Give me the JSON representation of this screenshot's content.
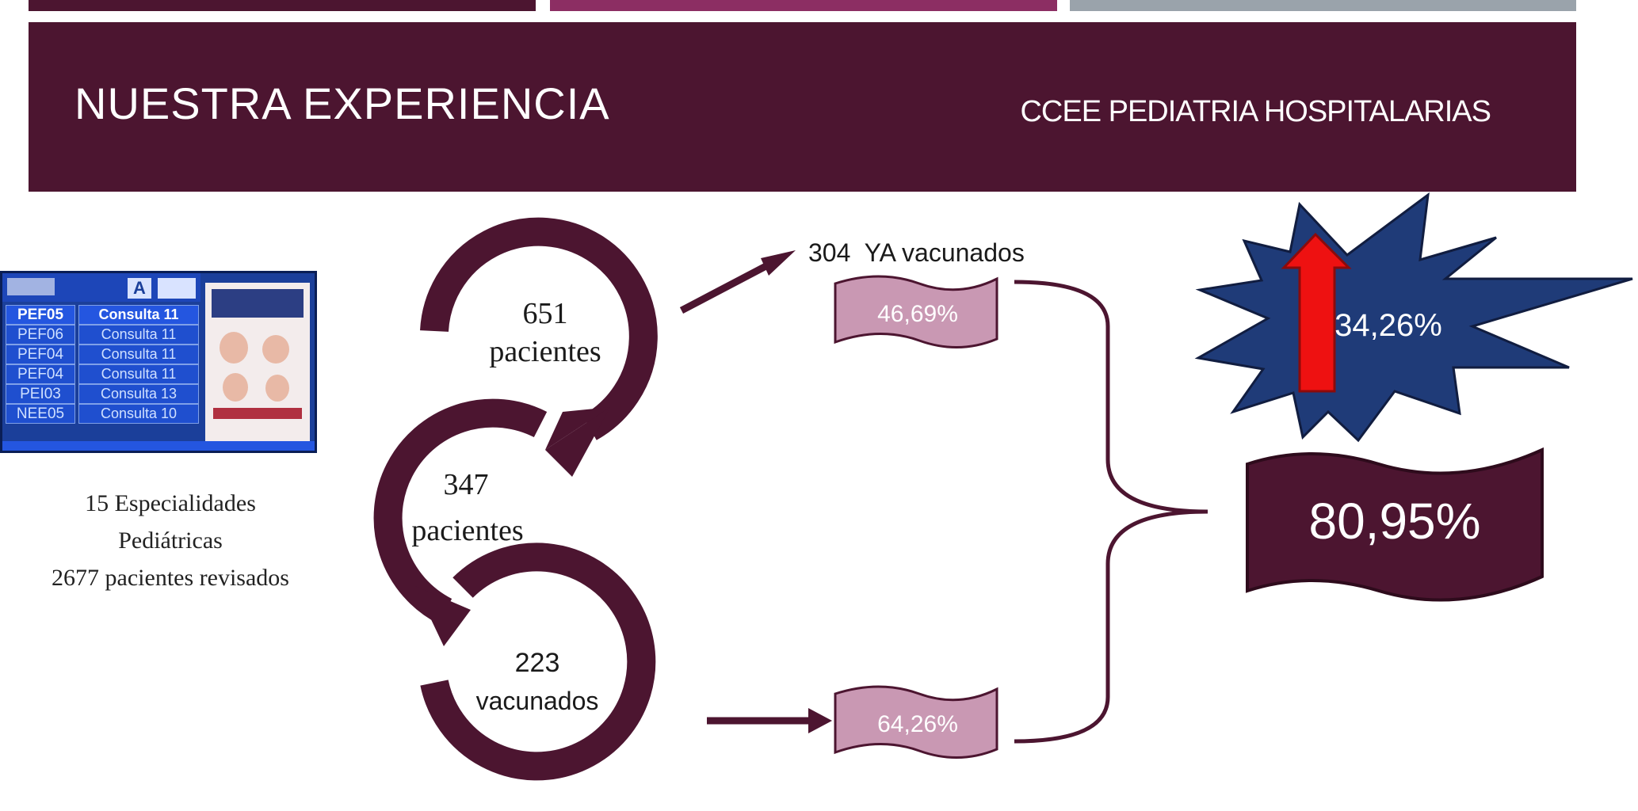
{
  "header": {
    "title": "NUESTRA EXPERIENCIA",
    "subtitle": "CCEE PEDIATRIA HOSPITALARIAS"
  },
  "colors": {
    "primary": "#4c1530",
    "magenta": "#8c2e63",
    "gray": "#9aa3ab",
    "ribbon_light": "#c998b3",
    "star_blue": "#1f3b78",
    "arrow_red": "#ee1111"
  },
  "screen": {
    "letter": "A",
    "rows": [
      {
        "code": "PEF05",
        "room": "Consulta 11"
      },
      {
        "code": "PEF06",
        "room": "Consulta 11"
      },
      {
        "code": "PEF04",
        "room": "Consulta 11"
      },
      {
        "code": "PEF04",
        "room": "Consulta 11"
      },
      {
        "code": "PEI03",
        "room": "Consulta 13"
      },
      {
        "code": "NEE05",
        "room": "Consulta 10"
      }
    ]
  },
  "caption": {
    "line1": "15 Especialidades",
    "line2": "Pediátricas",
    "line3": "2677 pacientes revisados"
  },
  "flow": {
    "c1_number": "651",
    "c1_label": "pacientes",
    "c2_number": "347",
    "c2_label": "pacientes",
    "c3_number": "223",
    "c3_label": "vacunados"
  },
  "results": {
    "already_vaccinated": "304  YA vacunados",
    "pct_already": "46,69%",
    "pct_vaccinated": "64,26%",
    "increase": "34,26%",
    "total": "80,95%"
  }
}
